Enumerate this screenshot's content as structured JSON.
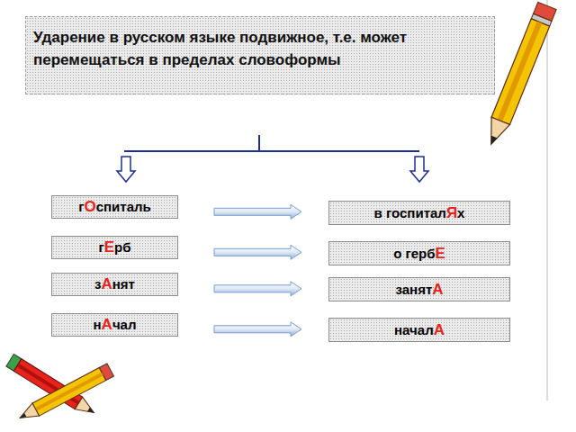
{
  "diagram": {
    "title": "Ударение в русском языке подвижное, т.е. может перемещаться в пределах словоформы",
    "nodes": [
      {
        "text": [
          "гОспиталь"
        ]
      },
      {
        "text": [
          "в госпиталЯх"
        ]
      },
      {
        "text": [
          "гЕрб"
        ]
      },
      {
        "text": [
          "о гербЕ"
        ]
      },
      {
        "text": [
          "зАнят"
        ]
      },
      {
        "text": [
          "занятА"
        ]
      },
      {
        "text": [
          "нАчал"
        ]
      },
      {
        "text": [
          "началА"
        ]
      }
    ],
    "edges": [
      {
        "from": 0,
        "to": 1,
        "arrow": "to"
      },
      {
        "from": 2,
        "to": 3,
        "arrow": "to"
      },
      {
        "from": 4,
        "to": 5,
        "arrow": "to"
      },
      {
        "from": 6,
        "to": 7,
        "arrow": "to"
      }
    ]
  }
}
